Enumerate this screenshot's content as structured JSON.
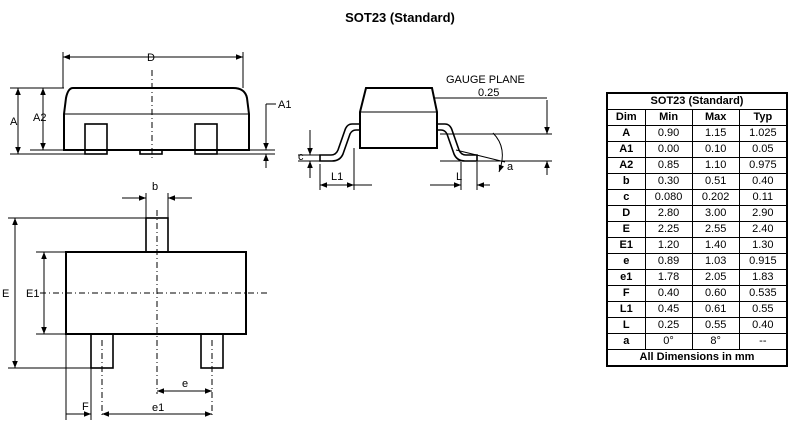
{
  "title": "SOT23 (Standard)",
  "labels": {
    "D": "D",
    "A": "A",
    "A2": "A2",
    "A1": "A1",
    "gauge_plane": "GAUGE PLANE",
    "gauge_value": "0.25",
    "c": "c",
    "L1": "L1",
    "L": "L",
    "a": "a",
    "b": "b",
    "E": "E",
    "E1": "E1",
    "e": "e",
    "e1": "e1",
    "F": "F"
  },
  "table": {
    "caption": "SOT23 (Standard)",
    "headers": [
      "Dim",
      "Min",
      "Max",
      "Typ"
    ],
    "rows": [
      [
        "A",
        "0.90",
        "1.15",
        "1.025"
      ],
      [
        "A1",
        "0.00",
        "0.10",
        "0.05"
      ],
      [
        "A2",
        "0.85",
        "1.10",
        "0.975"
      ],
      [
        "b",
        "0.30",
        "0.51",
        "0.40"
      ],
      [
        "c",
        "0.080",
        "0.202",
        "0.11"
      ],
      [
        "D",
        "2.80",
        "3.00",
        "2.90"
      ],
      [
        "E",
        "2.25",
        "2.55",
        "2.40"
      ],
      [
        "E1",
        "1.20",
        "1.40",
        "1.30"
      ],
      [
        "e",
        "0.89",
        "1.03",
        "0.915"
      ],
      [
        "e1",
        "1.78",
        "2.05",
        "1.83"
      ],
      [
        "F",
        "0.40",
        "0.60",
        "0.535"
      ],
      [
        "L1",
        "0.45",
        "0.61",
        "0.55"
      ],
      [
        "L",
        "0.25",
        "0.55",
        "0.40"
      ],
      [
        "a",
        "0°",
        "8°",
        "--"
      ]
    ],
    "footer": "All Dimensions in mm"
  }
}
